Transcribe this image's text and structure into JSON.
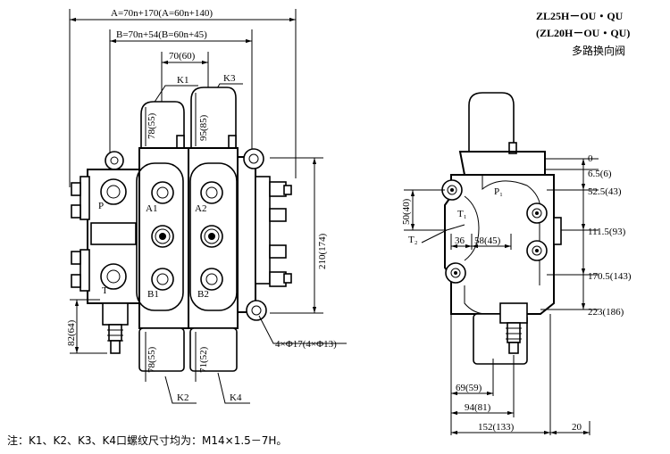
{
  "title": {
    "model_line1": "ZL25H－OU・QU",
    "model_line2": "(ZL20H－OU・QU)",
    "name": "多路换向阀"
  },
  "front_view": {
    "dim_A": "A=70n+170(A=60n+140)",
    "dim_B": "B=70n+54(B=60n+45)",
    "dim_pitch": "70(60)",
    "dim_78_top": "78(55)",
    "dim_95": "95(85)",
    "dim_210": "210(174)",
    "dim_82": "82(64)",
    "dim_78_bottom": "78(55)",
    "dim_71": "71(52)",
    "holes": "4×Φ17(4×Φ13)",
    "callouts": {
      "k1": "K1",
      "k2": "K2",
      "k3": "K3",
      "k4": "K4"
    },
    "ports": {
      "p": "P",
      "t": "T",
      "a1": "A1",
      "a2": "A2",
      "b1": "B1",
      "b2": "B2"
    }
  },
  "side_view": {
    "v0": "0",
    "v6_5": "6.5(6)",
    "v52_5": "52.5(43)",
    "v111_5": "111.5(93)",
    "v170_5": "170.5(143)",
    "v223": "223(186)",
    "h50": "50(40)",
    "h36": "36",
    "h58": "58(45)",
    "h69": "69(59)",
    "h94": "94(81)",
    "h152": "152(133)",
    "h20": "20",
    "port_p1": "P₁",
    "port_t1": "T₁",
    "port_t2": "T₂"
  },
  "note": "注：K1、K2、K3、K4口螺纹尺寸均为：M14×1.5－7H。"
}
